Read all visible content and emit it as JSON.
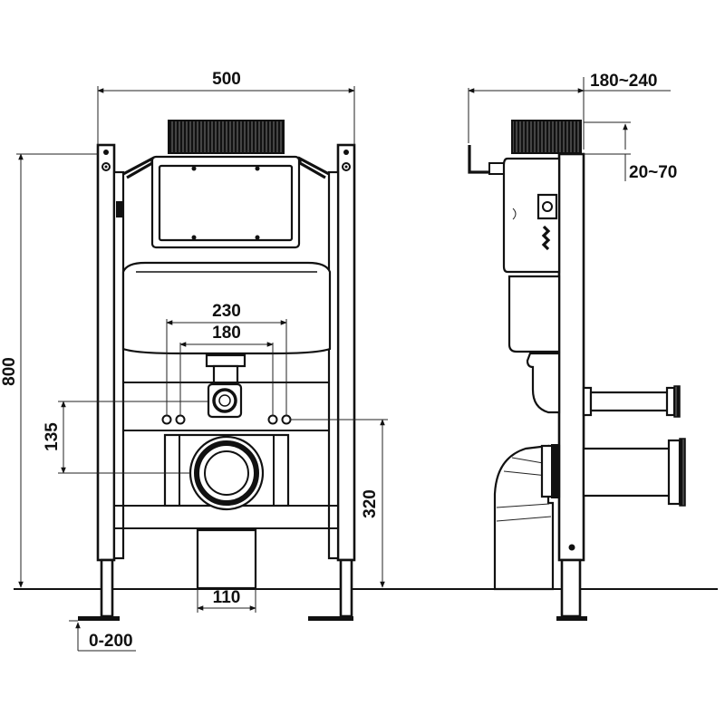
{
  "front_view": {
    "width_dim": "500",
    "height_dim": "800",
    "outer_spacing_dim": "230",
    "inner_spacing_dim": "180",
    "vertical_offset_dim": "135",
    "outlet_height_dim": "320",
    "pipe_diameter_dim": "110",
    "foot_adjust_dim": "0-200"
  },
  "side_view": {
    "depth_dim": "180~240",
    "wall_dim": "20~70"
  }
}
